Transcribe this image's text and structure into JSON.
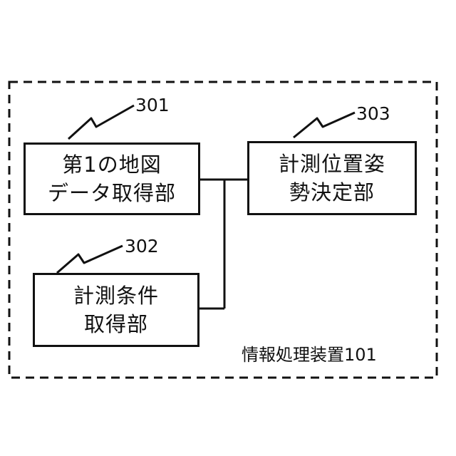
{
  "device": {
    "label": "情報処理装置101"
  },
  "blocks": [
    {
      "id": "301",
      "ref": "301",
      "lines": [
        "第1の地図",
        "データ取得部"
      ]
    },
    {
      "id": "302",
      "ref": "302",
      "lines": [
        "計測条件",
        "取得部"
      ]
    },
    {
      "id": "303",
      "ref": "303",
      "lines": [
        "計測位置姿",
        "勢決定部"
      ]
    }
  ],
  "colors": {
    "line": "#111111",
    "background": "#ffffff"
  }
}
